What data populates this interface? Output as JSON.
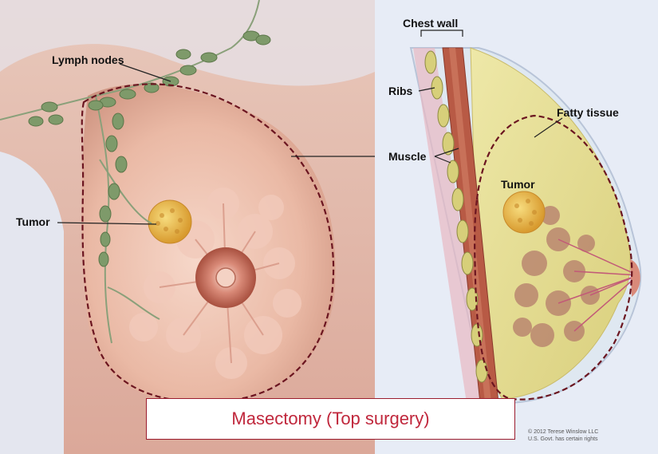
{
  "labels": {
    "lymph_nodes": "Lymph nodes",
    "tumor_left": "Tumor",
    "chest_wall": "Chest wall",
    "ribs": "Ribs",
    "muscle": "Muscle",
    "fatty_tissue": "Fatty tissue",
    "tumor_right": "Tumor"
  },
  "caption": "Masectomy (Top surgery)",
  "copyright": {
    "line1": "© 2012 Terese Winslow LLC",
    "line2": "U.S. Govt. has certain rights"
  },
  "colors": {
    "skin": "#eec0ad",
    "dashed_outline": "#6b1520",
    "caption_text": "#c0273c",
    "tumor": "#e8b84a",
    "fatty_tissue": "#e6df97"
  }
}
